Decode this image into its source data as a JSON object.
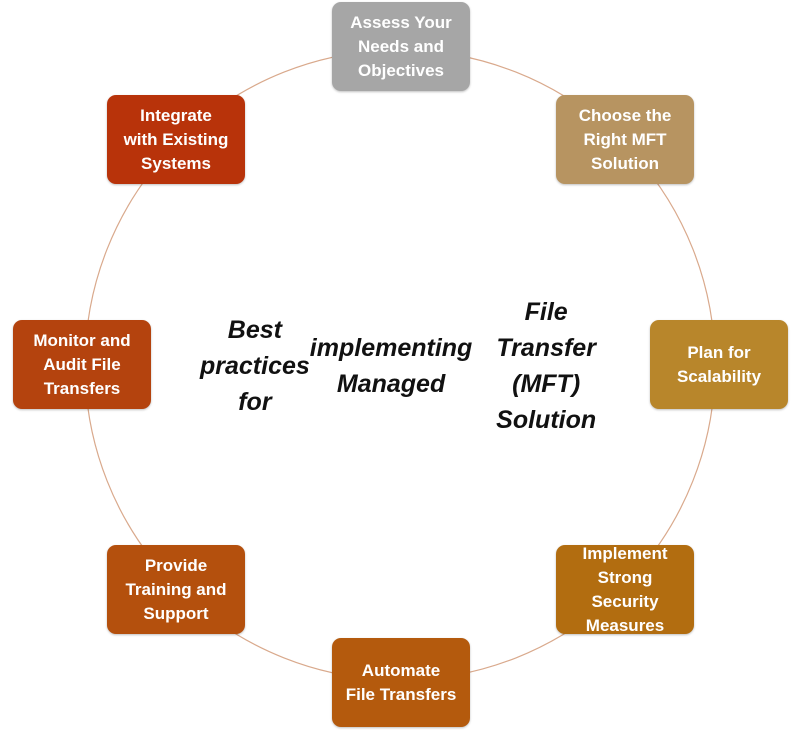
{
  "diagram": {
    "title_lines": [
      "Best practices for",
      "implementing Managed",
      "File Transfer (MFT) Solution"
    ],
    "ring_color": "#d9a98c",
    "steps": [
      {
        "lines": [
          "Assess Your",
          "Needs and",
          "Objectives"
        ],
        "color": "#a6a6a6"
      },
      {
        "lines": [
          "Choose the",
          "Right MFT",
          "Solution"
        ],
        "color": "#b79461"
      },
      {
        "lines": [
          "Plan for",
          "Scalability"
        ],
        "color": "#b8862b"
      },
      {
        "lines": [
          "Implement",
          "Strong",
          "Security",
          "Measures"
        ],
        "color": "#b26d10"
      },
      {
        "lines": [
          "Automate",
          "File Transfers"
        ],
        "color": "#b45a0d"
      },
      {
        "lines": [
          "Provide",
          "Training and",
          "Support"
        ],
        "color": "#b4500d"
      },
      {
        "lines": [
          "Monitor and",
          "Audit File",
          "Transfers"
        ],
        "color": "#b4430e"
      },
      {
        "lines": [
          "Integrate",
          "with Existing",
          "Systems"
        ],
        "color": "#b8330a"
      }
    ]
  }
}
